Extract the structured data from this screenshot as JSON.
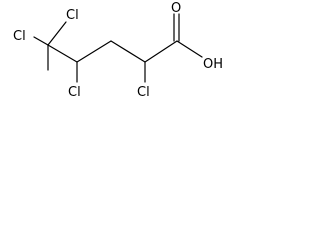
{
  "molecule": {
    "atoms": {
      "cl_5a": "Cl",
      "cl_5b": "Cl",
      "cl_4": "Cl",
      "cl_2": "Cl",
      "oxygen_carbonyl": "O",
      "hydroxyl": "OH"
    },
    "colors": {
      "bond": "#000000",
      "text": "#000000"
    }
  }
}
